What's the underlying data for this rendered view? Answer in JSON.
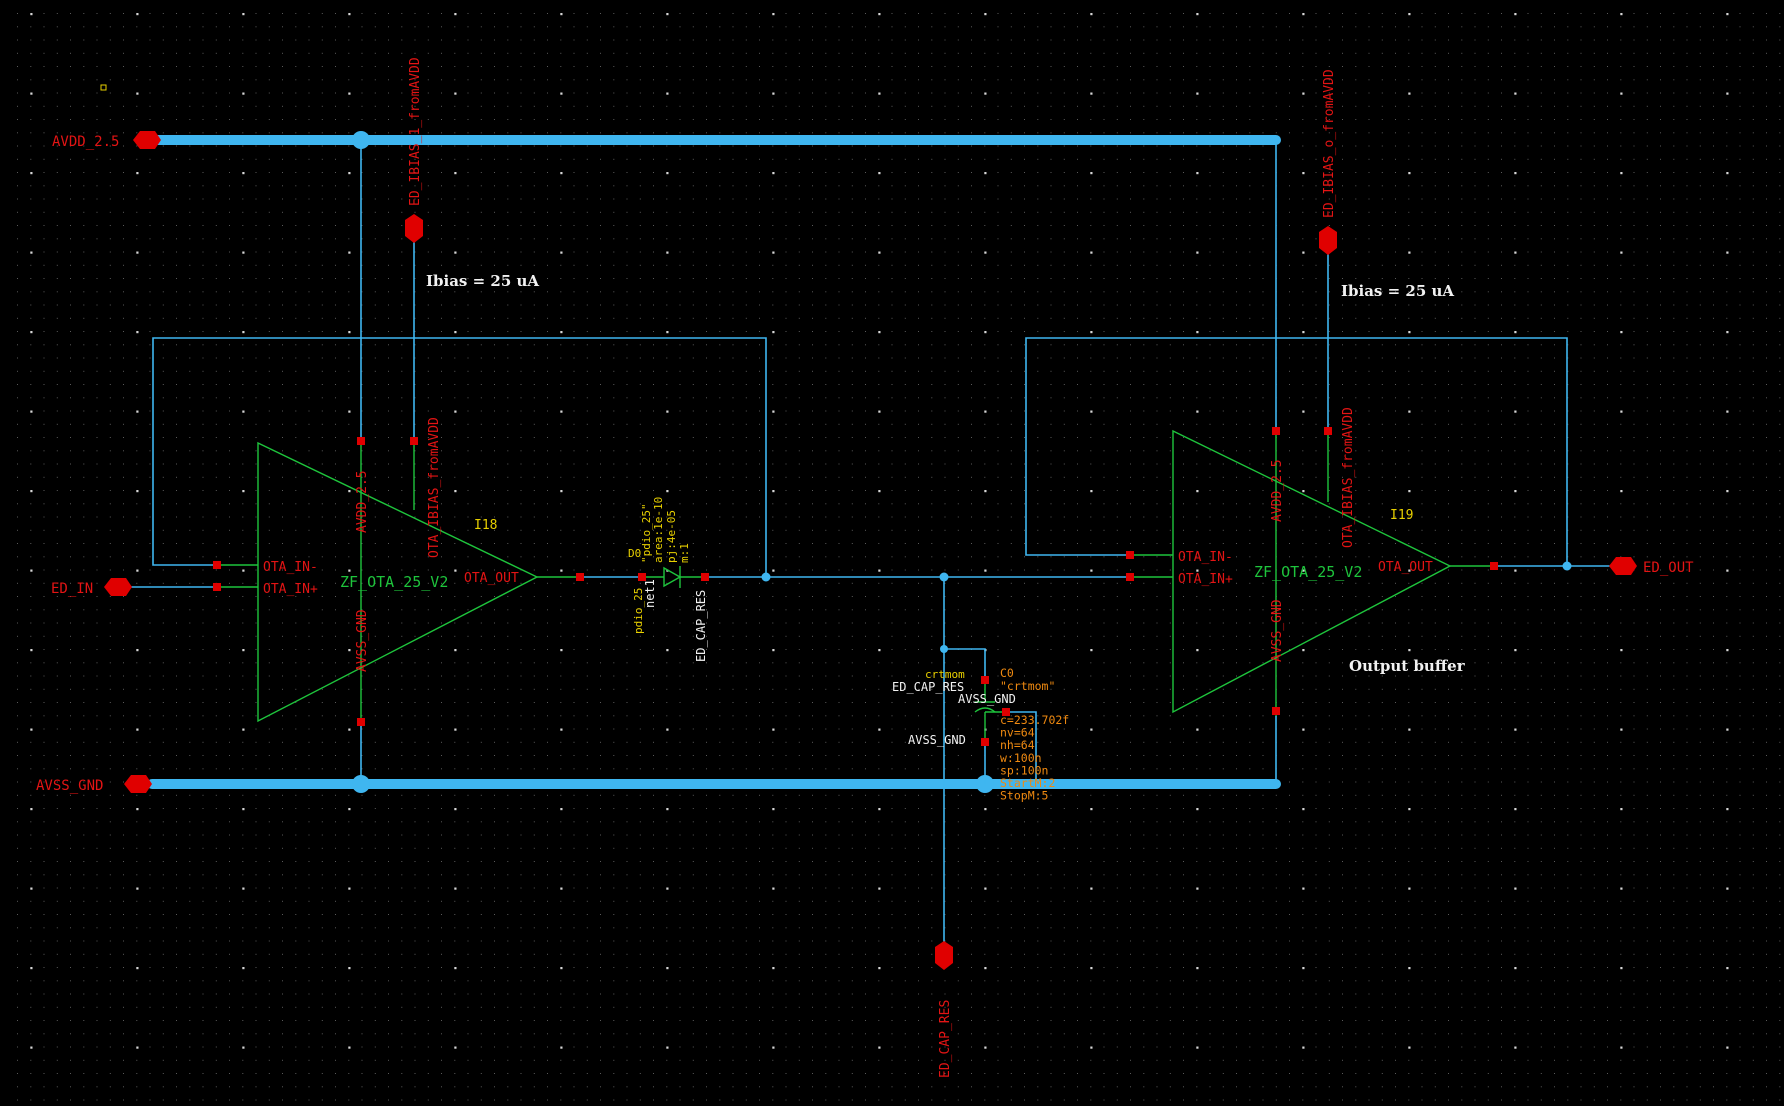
{
  "ports": {
    "avdd": "AVDD_2.5",
    "avss": "AVSS_GND",
    "ed_in": "ED_IN",
    "ed_out": "ED_OUT",
    "ibias_1": "ED_IBIAS_1_fromAVDD",
    "ibias_o": "ED_IBIAS_o_fromAVDD",
    "cap_res": "ED_CAP_RES"
  },
  "notes": {
    "ibias_1": "Ibias = 25 uA",
    "ibias_2": "Ibias = 25 uA",
    "output_buffer": "Output buffer"
  },
  "ota1": {
    "instance": "I18",
    "cell": "ZF_OTA_25_V2",
    "pin_in_minus": "OTA_IN-",
    "pin_in_plus": "OTA_IN+",
    "pin_out": "OTA_OUT",
    "pin_vdd": "AVDD_2.5",
    "pin_gnd": "AVSS_GND",
    "pin_ibias": "OTA_IBIAS_fromAVDD"
  },
  "ota2": {
    "instance": "I19",
    "cell": "ZF_OTA_25_V2",
    "pin_in_minus": "OTA_IN-",
    "pin_in_plus": "OTA_IN+",
    "pin_out": "OTA_OUT",
    "pin_vdd": "AVDD_2.5",
    "pin_gnd": "AVSS_GND",
    "pin_ibias": "OTA_IBIAS_fromAVDD"
  },
  "diode": {
    "instance": "D0",
    "model": "\"pdio_25\"",
    "area": "area:1e-10",
    "pj": "pj:4e-05",
    "m": "m:1",
    "cell": "pdio_25",
    "net": "net1",
    "net_label": "ED_CAP_RES"
  },
  "cap": {
    "cell": "crtmom",
    "net_label": "ED_CAP_RES",
    "gnd_label_top": "AVSS_GND",
    "gnd_label_left": "AVSS_GND",
    "instance": "C0",
    "model": "\"crtmom\"",
    "params": [
      "c=233.702f",
      "nv=64",
      "nh=64",
      "w:100n",
      "sp:100n",
      "StartM:2",
      "StopM:5"
    ]
  }
}
